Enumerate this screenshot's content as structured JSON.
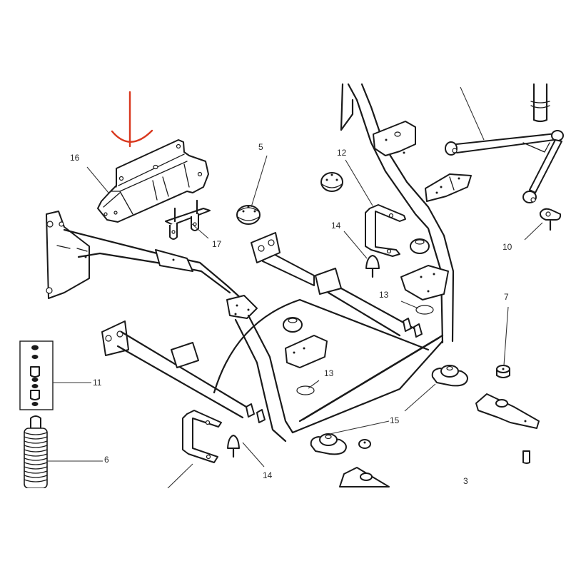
{
  "diagram": {
    "type": "exploded parts diagram",
    "subject": "vehicle sub-frame assembly with mounts",
    "annotation": {
      "kind": "hand-drawn arrow",
      "color": "#d9381e",
      "points_to_part": "16"
    },
    "callouts": [
      {
        "id": "c16",
        "label": "16",
        "part": "sub-frame support bracket"
      },
      {
        "id": "c5",
        "label": "5",
        "part": "rubber mount"
      },
      {
        "id": "c12",
        "label": "12",
        "part": "U-bracket"
      },
      {
        "id": "c14a",
        "label": "14",
        "part": "bump stop"
      },
      {
        "id": "c17",
        "label": "17",
        "part": "stud plate"
      },
      {
        "id": "c10",
        "label": "10",
        "part": "mounting pad"
      },
      {
        "id": "c13a",
        "label": "13",
        "part": "plug"
      },
      {
        "id": "c7",
        "label": "7",
        "part": "bush"
      },
      {
        "id": "c11",
        "label": "11",
        "part": "mount kit"
      },
      {
        "id": "c13b",
        "label": "13",
        "part": "plug"
      },
      {
        "id": "c15",
        "label": "15",
        "part": "engine mount"
      },
      {
        "id": "c6",
        "label": "6",
        "part": "shock absorber boot"
      },
      {
        "id": "c14b",
        "label": "14",
        "part": "bump stop"
      },
      {
        "id": "c3",
        "label": "3",
        "part": "bracket"
      }
    ],
    "line_color": "#1a1a1a",
    "background": "#ffffff"
  }
}
